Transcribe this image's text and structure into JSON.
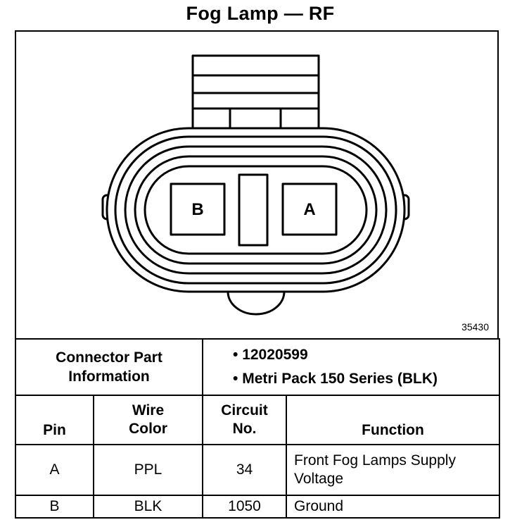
{
  "title": "Fog Lamp — RF",
  "figure_number": "35430",
  "connector": {
    "cavity_b_label": "B",
    "cavity_a_label": "A"
  },
  "connector_info": {
    "label_line1": "Connector Part",
    "label_line2": "Information",
    "part_number": "12020599",
    "series": "Metri Pack 150 Series (BLK)",
    "bullet": "•"
  },
  "table": {
    "headers": {
      "pin": "Pin",
      "wire_color_line1": "Wire",
      "wire_color_line2": "Color",
      "circuit_line1": "Circuit",
      "circuit_line2": "No.",
      "function": "Function"
    },
    "rows": [
      {
        "pin": "A",
        "wire_color": "PPL",
        "circuit": "34",
        "function_line1": "Front Fog Lamps Supply",
        "function_line2": "Voltage"
      },
      {
        "pin": "B",
        "wire_color": "BLK",
        "circuit": "1050",
        "function_line1": "Ground",
        "function_line2": ""
      }
    ]
  }
}
